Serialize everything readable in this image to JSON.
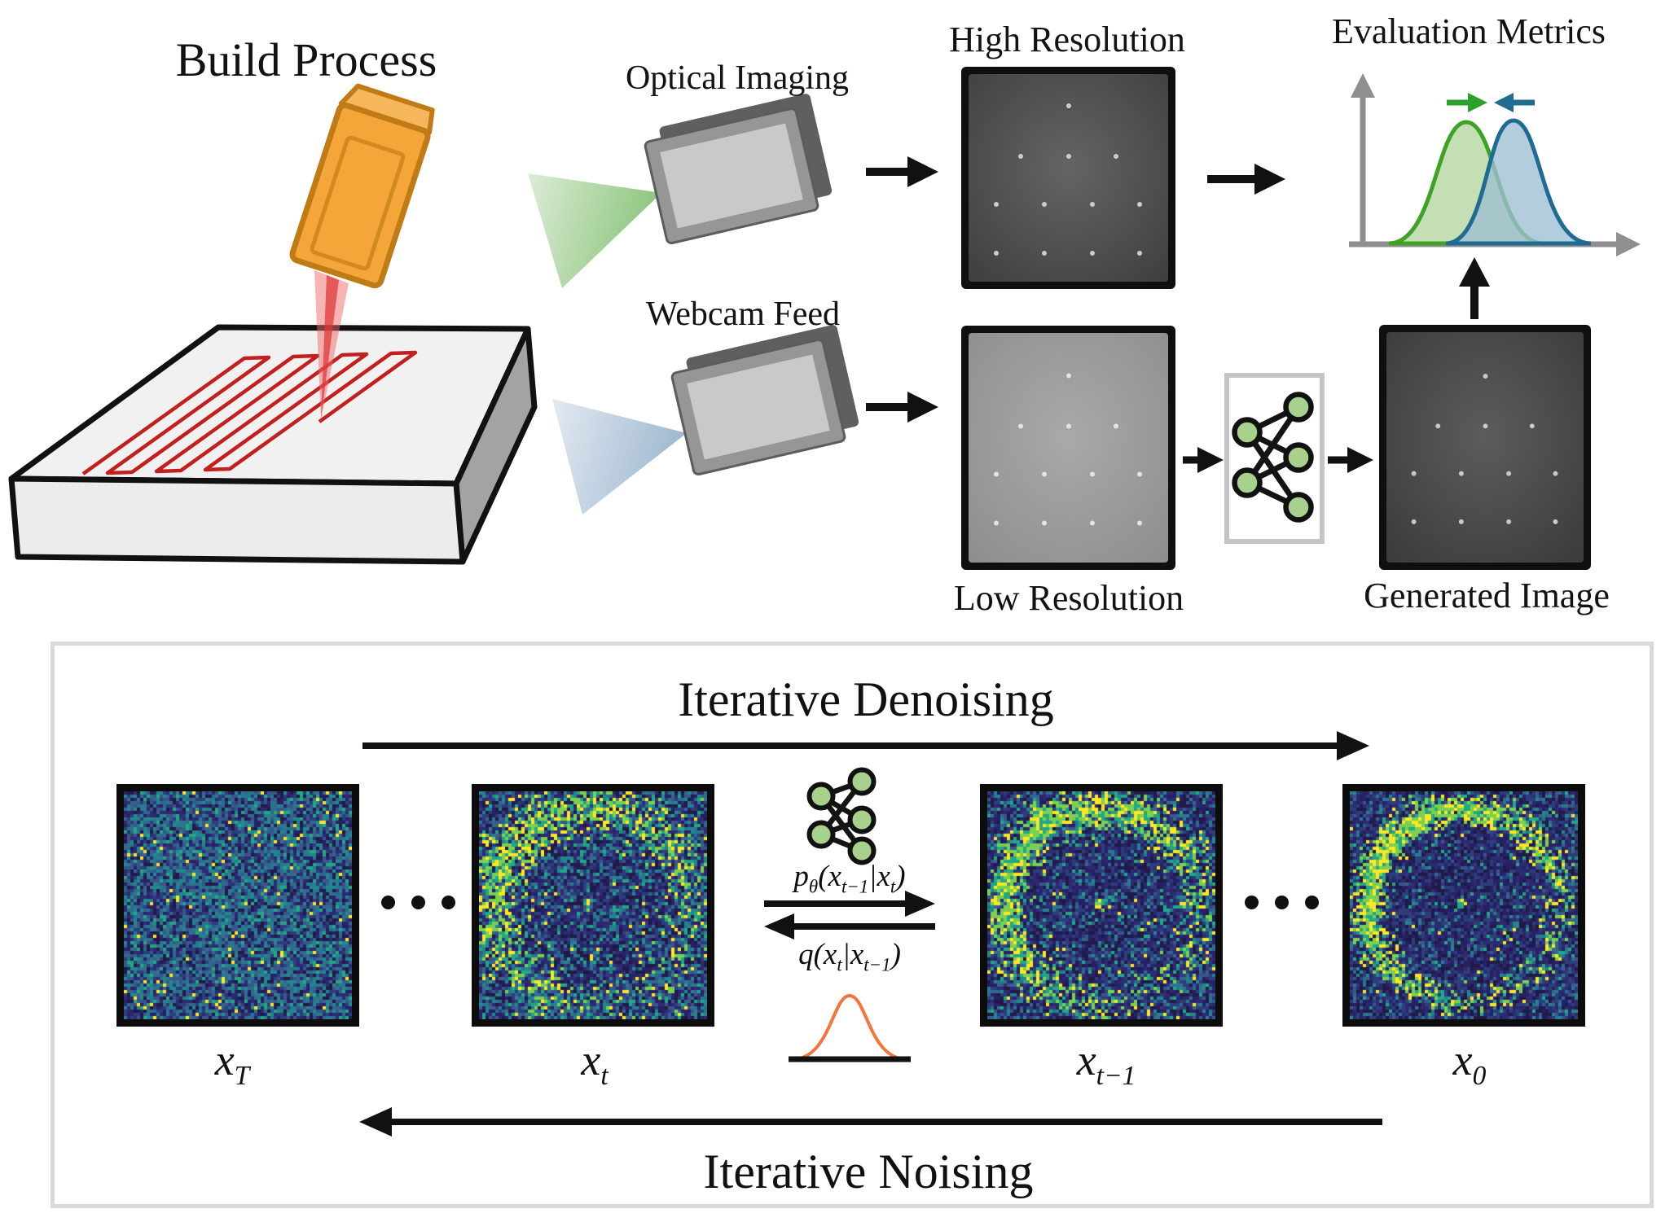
{
  "figure": {
    "build_process": "Build Process",
    "optical_imaging": "Optical Imaging",
    "webcam_feed": "Webcam Feed",
    "high_resolution": "High Resolution",
    "low_resolution": "Low Resolution",
    "generated_image": "Generated Image",
    "evaluation_metrics": "Evaluation Metrics"
  },
  "panel": {
    "denoising_title": "Iterative Denoising",
    "noising_title": "Iterative Noising",
    "forward": {
      "fn": "p",
      "fnsub": "θ",
      "open": "(x",
      "argsub1": "t−1",
      "given": "|x",
      "argsub2": "t",
      "close": ")"
    },
    "reverse": {
      "fn": "q",
      "open": "(x",
      "argsub1": "t",
      "given": "|x",
      "argsub2": "t−1",
      "close": ")"
    },
    "states": [
      {
        "base": "x",
        "sub": "T"
      },
      {
        "base": "x",
        "sub": "t"
      },
      {
        "base": "x",
        "sub": "t−1"
      },
      {
        "base": "x",
        "sub": "0"
      }
    ]
  },
  "icons": {
    "neural_network": "green-node graph icon",
    "camera": "gray 3d camera box icon",
    "laser_head": "orange laser head block",
    "gaussian": "orange bell curve icon",
    "distributions": "overlapping green and blue gaussians"
  },
  "colors": {
    "accent_green": "#3fa227",
    "accent_blue": "#1f6b91",
    "laser_orange": "#f4a638",
    "toolpath_red": "#c41f1f",
    "gaussian_orange": "#f4743b",
    "nn_node_green": "#a9d18e",
    "panel_border": "#d9d9d9",
    "arrow_black": "#111111"
  },
  "noise_palette": {
    "dark": [
      "#1f1a47",
      "#272066",
      "#2e2a72",
      "#2c3e7c"
    ],
    "mid": [
      "#39568c",
      "#31688e",
      "#2a788e",
      "#23888e"
    ],
    "bright": [
      "#22a884",
      "#44bf70",
      "#7ad151",
      "#fde725"
    ]
  },
  "noise_images": [
    {
      "name": "x_T pure noise",
      "noise": 1.0,
      "ring": 0.0,
      "ringRadius": 122,
      "spread": 16
    },
    {
      "name": "x_t noisy ring",
      "noise": 0.72,
      "ring": 0.62,
      "ringRadius": 121,
      "spread": 19
    },
    {
      "name": "x_t-1 clearer ring",
      "noise": 0.5,
      "ring": 0.85,
      "ringRadius": 119,
      "spread": 15
    },
    {
      "name": "x_0 clean ring",
      "noise": 0.3,
      "ring": 1.0,
      "ringRadius": 118,
      "spread": 12
    }
  ]
}
